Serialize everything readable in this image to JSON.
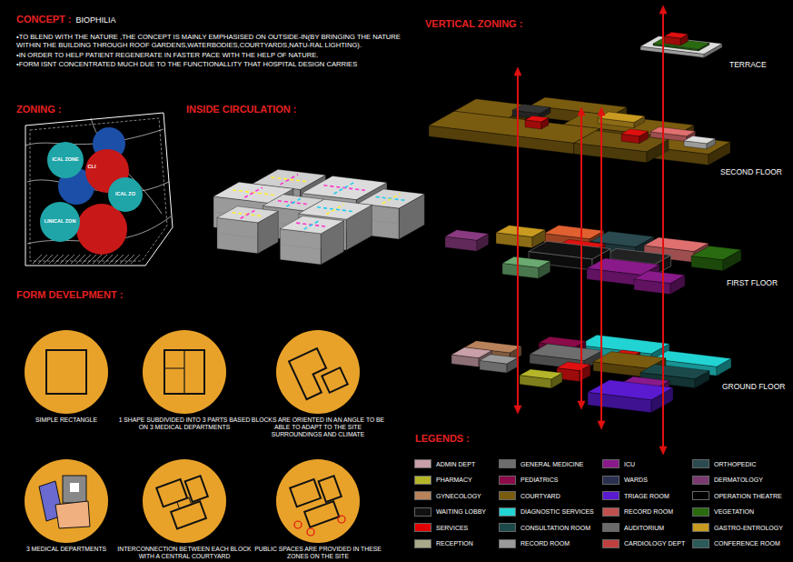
{
  "diagram": {
    "nodes": [
      {
        "text": [
          "SIMPLE RECTANGLE"
        ]
      },
      {
        "text": [
          "1 SHAPE SUBDIVIDED INTO 3 PARTS BASED ON 3 MEDICAL DEPARTMENTS"
        ]
      },
      {
        "text": [
          "BLOCKS ARE ORIENTED IN AN ANGLE TO BE ABLE TO ADAPT TO THE SITE SURROUNDINGS AND CLIMATE"
        ]
      },
      {
        "text": [
          "3 MEDICAL DEPARTMENTS"
        ]
      },
      {
        "text": [
          "INTERCONNECTION BETWEEN EACH BLOCK WITH A CENTRAL COURTYARD"
        ]
      },
      {
        "text": [
          "PUBLIC SPACES ARE PROVIDED IN THESE ZONES ON THE SITE"
        ]
      }
    ],
    "labels": [
      "CONCEPT :",
      "BIOPHILIA",
      "•TO BLEND WITH THE NATURE ,THE CONCEPT IS MAINLY EMPHASISED ON OUTSIDE-IN(BY BRINGING THE NATURE WITHIN THE BUILDING THROUGH ROOF GARDENS,WATERBODIES,COURTYARDS,NATU-RAL LIGHTING).",
      "•IN ORDER TO HELP PATIENT REGENERATE IN FASTER PACE WITH THE HELP OF NATURE.",
      "•FORM ISNT CONCENTRATED MUCH DUE TO THE FUNCTIONALLITY THAT HOSPITAL DESIGN CARRIES",
      "ZONING :",
      "ICAL ZONE",
      "CLI",
      "ICAL ZO",
      "LINICAL ZON",
      "INSIDE CIRCULATION :",
      "FORM DEVELPMENT :",
      "VERTICAL ZONING :",
      "TERRACE",
      "SECOND FLOOR",
      "FIRST FLOOR",
      "GROUND FLOOR",
      "LEGENDS :"
    ],
    "legend": [
      {
        "text": "ADMIN DEPT",
        "color": "#c9a0a8"
      },
      {
        "text": "PHARMACY",
        "color": "#b5b52a"
      },
      {
        "text": "GYNECOLOGY",
        "color": "#b8825a"
      },
      {
        "text": "WAITING LOBBY",
        "color": "#111111"
      },
      {
        "text": "SERVICES",
        "color": "#e00000"
      },
      {
        "text": "RECEPTION",
        "color": "#a9a98a"
      },
      {
        "text": "GENERAL MEDICINE",
        "color": "#6e6e6e"
      },
      {
        "text": "PEDIATRICS",
        "color": "#8b0a4a"
      },
      {
        "text": "COURTYARD",
        "color": "#7a5c10"
      },
      {
        "text": "DIAGNOSTIC SERVICES",
        "color": "#22d3d3"
      },
      {
        "text": "CONSULTATION ROOM",
        "color": "#1c4a4a"
      },
      {
        "text": "RECORD ROOM",
        "color": "#9a9a9a"
      },
      {
        "text": "ICU",
        "color": "#8a1a8a"
      },
      {
        "text": "WARDS",
        "color": "#2a3050"
      },
      {
        "text": "TRIAGE ROOM",
        "color": "#5a1ad0"
      },
      {
        "text": "RECORD ROOM",
        "color": "#c05050"
      },
      {
        "text": "AUDITORIUM",
        "color": "#6a6a6a"
      },
      {
        "text": "CARDIOLOGY DEPT",
        "color": "#c04040"
      },
      {
        "text": "ORTHOPEDIC",
        "color": "#2a4a50"
      },
      {
        "text": "DERMATOLOGY",
        "color": "#7a3a70"
      },
      {
        "text": "OPERATION THEATRE",
        "color": "#000000"
      },
      {
        "text": "VEGETATION",
        "color": "#2a6a10"
      },
      {
        "text": "GASTRO-ENTROLOGY",
        "color": "#c89a20"
      },
      {
        "text": "CONFERENCE ROOM",
        "color": "#2a5a5a"
      }
    ]
  }
}
